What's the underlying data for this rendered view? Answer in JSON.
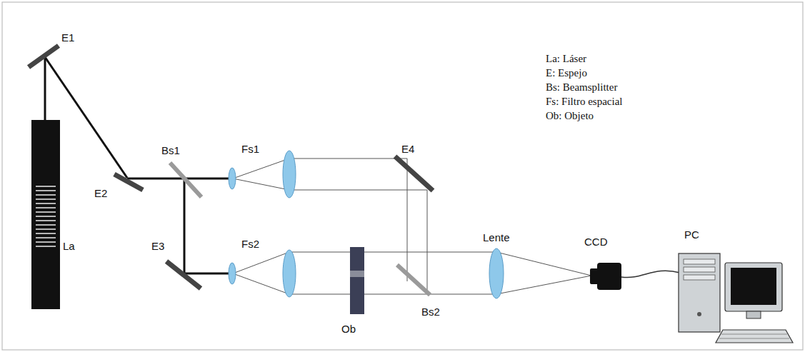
{
  "diagram": {
    "labels": [
      "E1",
      "La",
      "E2",
      "Bs1",
      "Fs1",
      "E4",
      "E3",
      "Fs2",
      "Ob",
      "Bs2",
      "Lente",
      "CCD",
      "PC",
      "La: Láser",
      "E: Espejo",
      "Bs: Beamsplitter",
      "Fs: Filtro espacial",
      "Ob: Objeto"
    ]
  }
}
